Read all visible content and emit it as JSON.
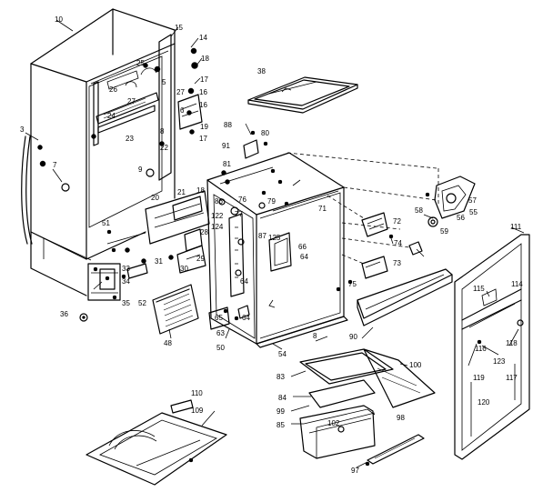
{
  "callouts": [
    {
      "id": "c10",
      "text": "10"
    },
    {
      "id": "c15",
      "text": "15"
    },
    {
      "id": "c14",
      "text": "14"
    },
    {
      "id": "c18a",
      "text": "18"
    },
    {
      "id": "c17a",
      "text": "17"
    },
    {
      "id": "c25",
      "text": "25"
    },
    {
      "id": "c26",
      "text": "26"
    },
    {
      "id": "c5",
      "text": "5"
    },
    {
      "id": "c27a",
      "text": "27"
    },
    {
      "id": "c16a",
      "text": "16"
    },
    {
      "id": "c27b",
      "text": "27"
    },
    {
      "id": "c16b",
      "text": "16"
    },
    {
      "id": "c6",
      "text": "6"
    },
    {
      "id": "c19",
      "text": "19"
    },
    {
      "id": "c24",
      "text": "24"
    },
    {
      "id": "c23",
      "text": "23"
    },
    {
      "id": "c22",
      "text": "22"
    },
    {
      "id": "c17b",
      "text": "17"
    },
    {
      "id": "c8a",
      "text": "8"
    },
    {
      "id": "c7",
      "text": "7"
    },
    {
      "id": "c3",
      "text": "3"
    },
    {
      "id": "c9",
      "text": "9"
    },
    {
      "id": "c38",
      "text": "38"
    },
    {
      "id": "c88",
      "text": "88"
    },
    {
      "id": "c80",
      "text": "80"
    },
    {
      "id": "c91",
      "text": "91"
    },
    {
      "id": "c81",
      "text": "81"
    },
    {
      "id": "c20",
      "text": "20"
    },
    {
      "id": "c21",
      "text": "21"
    },
    {
      "id": "c18b",
      "text": "18"
    },
    {
      "id": "c86",
      "text": "86"
    },
    {
      "id": "c76",
      "text": "76"
    },
    {
      "id": "c79",
      "text": "79"
    },
    {
      "id": "c77",
      "text": "77"
    },
    {
      "id": "c122",
      "text": "122"
    },
    {
      "id": "c124",
      "text": "124"
    },
    {
      "id": "c28",
      "text": "28"
    },
    {
      "id": "c51",
      "text": "51"
    },
    {
      "id": "c31",
      "text": "31"
    },
    {
      "id": "c29",
      "text": "29"
    },
    {
      "id": "c30",
      "text": "30"
    },
    {
      "id": "c87",
      "text": "87"
    },
    {
      "id": "c125",
      "text": "125"
    },
    {
      "id": "c66",
      "text": "66"
    },
    {
      "id": "c64a",
      "text": "64"
    },
    {
      "id": "c64b",
      "text": "64"
    },
    {
      "id": "c71",
      "text": "71"
    },
    {
      "id": "c72",
      "text": "72"
    },
    {
      "id": "c74",
      "text": "74"
    },
    {
      "id": "c73",
      "text": "73"
    },
    {
      "id": "c75",
      "text": "75"
    },
    {
      "id": "c58",
      "text": "58"
    },
    {
      "id": "c56",
      "text": "56"
    },
    {
      "id": "c57",
      "text": "57"
    },
    {
      "id": "c55",
      "text": "55"
    },
    {
      "id": "c59",
      "text": "59"
    },
    {
      "id": "c111",
      "text": "111"
    },
    {
      "id": "c33",
      "text": "33"
    },
    {
      "id": "c34",
      "text": "34"
    },
    {
      "id": "c35",
      "text": "35"
    },
    {
      "id": "c36",
      "text": "36"
    },
    {
      "id": "c52",
      "text": "52"
    },
    {
      "id": "c48",
      "text": "48"
    },
    {
      "id": "c65",
      "text": "65"
    },
    {
      "id": "c63",
      "text": "63"
    },
    {
      "id": "c64c",
      "text": "64"
    },
    {
      "id": "c50",
      "text": "50"
    },
    {
      "id": "c54",
      "text": "54"
    },
    {
      "id": "c8b",
      "text": "8"
    },
    {
      "id": "c90",
      "text": "90"
    },
    {
      "id": "c115",
      "text": "115"
    },
    {
      "id": "c114",
      "text": "114"
    },
    {
      "id": "c116",
      "text": "116"
    },
    {
      "id": "c118",
      "text": "118"
    },
    {
      "id": "c123",
      "text": "123"
    },
    {
      "id": "c119",
      "text": "119"
    },
    {
      "id": "c117",
      "text": "117"
    },
    {
      "id": "c120",
      "text": "120"
    },
    {
      "id": "c83",
      "text": "83"
    },
    {
      "id": "c100",
      "text": "100"
    },
    {
      "id": "c84",
      "text": "84"
    },
    {
      "id": "c99",
      "text": "99"
    },
    {
      "id": "c85",
      "text": "85"
    },
    {
      "id": "c102",
      "text": "102"
    },
    {
      "id": "c98",
      "text": "98"
    },
    {
      "id": "c97",
      "text": "97"
    },
    {
      "id": "c110",
      "text": "110"
    },
    {
      "id": "c109",
      "text": "109"
    }
  ]
}
